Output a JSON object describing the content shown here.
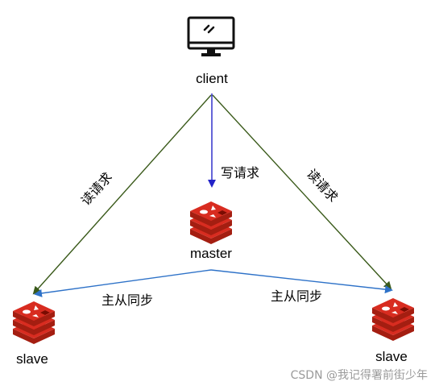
{
  "nodes": {
    "client": {
      "label": "client",
      "icon": "monitor-icon"
    },
    "master": {
      "label": "master",
      "icon": "redis-icon"
    },
    "slave_left": {
      "label": "slave",
      "icon": "redis-icon"
    },
    "slave_right": {
      "label": "slave",
      "icon": "redis-icon"
    }
  },
  "edges": {
    "read_left": {
      "label": "读请求",
      "color": "#3a5a1a"
    },
    "write": {
      "label": "写请求",
      "color": "#2323c8"
    },
    "read_right": {
      "label": "读请求",
      "color": "#3a5a1a"
    },
    "sync_left": {
      "label": "主从同步",
      "color": "#2e72c8"
    },
    "sync_right": {
      "label": "主从同步",
      "color": "#2e72c8"
    }
  },
  "colors": {
    "redis_red": "#d82c20",
    "redis_dark": "#a41e11"
  },
  "watermark": "CSDN @我记得署前街少年"
}
